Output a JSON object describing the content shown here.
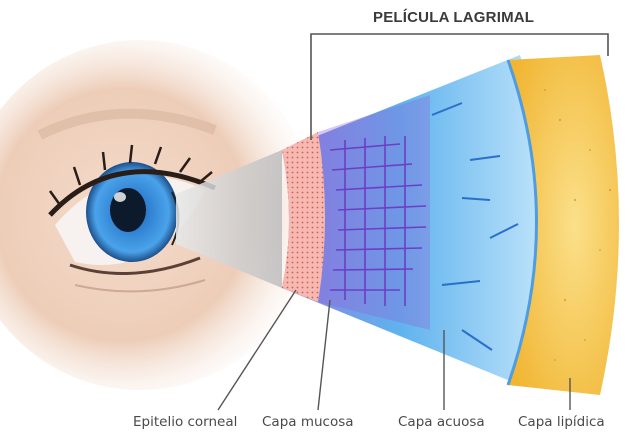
{
  "title": "PELÍCULA LAGRIMAL",
  "labels": {
    "epitelio": "Epitelio corneal",
    "mucosa": "Capa mucosa",
    "acuosa": "Capa acuosa",
    "lipidica": "Capa lipídica"
  },
  "colors": {
    "epithelium": "#f3a7a0",
    "mucous": "#9a6fd8",
    "aqueous": "#5fb3ee",
    "lipid": "#f7c64a",
    "iris": "#2f7fd0"
  }
}
